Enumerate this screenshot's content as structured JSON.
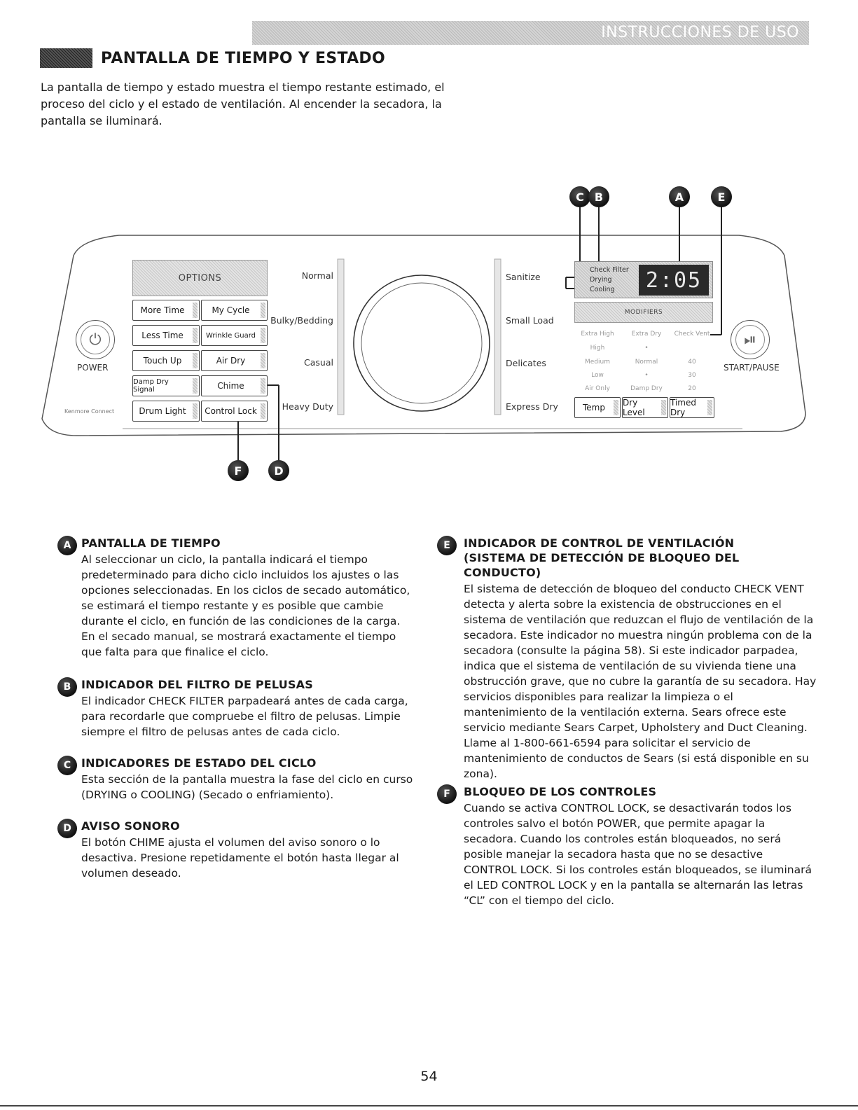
{
  "banner": "INSTRUCCIONES DE USO",
  "section_title": "PANTALLA DE TIEMPO Y ESTADO",
  "intro": "La pantalla de tiempo y estado muestra el tiempo restante estimado, el proceso del ciclo y el estado de ventilación. Al encender la secadora, la pantalla se iluminará.",
  "panel": {
    "power_label": "POWER",
    "start_label": "START/PAUSE",
    "brand": "Kenmore Connect",
    "options_header": "OPTIONS",
    "options": [
      "More Time",
      "My Cycle",
      "Less Time",
      "Wrinkle Guard",
      "Touch Up",
      "Air Dry",
      "Damp Dry Signal",
      "Chime",
      "Drum Light",
      "Control Lock"
    ],
    "cycles_left": [
      "Normal",
      "Bulky/Bedding",
      "Casual",
      "Heavy Duty"
    ],
    "cycles_right": [
      "Sanitize",
      "Small Load",
      "Delicates",
      "Express Dry"
    ],
    "status": [
      "Check Filter",
      "Drying",
      "Cooling"
    ],
    "time_display": "2:05",
    "modifiers_header": "MODIFIERS",
    "temp_levels": [
      "Extra High",
      "High",
      "Medium",
      "Low",
      "Air Only"
    ],
    "dry_levels": [
      "Extra Dry",
      "•",
      "Normal",
      "•",
      "Damp Dry"
    ],
    "timed_levels": [
      "Check Vent",
      "40",
      "30",
      "20"
    ],
    "modifier_buttons": [
      "Temp",
      "Dry Level",
      "Timed Dry"
    ],
    "callouts": [
      "C",
      "B",
      "A",
      "E",
      "F",
      "D"
    ]
  },
  "items": [
    {
      "letter": "A",
      "title": "PANTALLA DE TIEMPO",
      "text": "Al seleccionar un ciclo, la pantalla indicará el tiempo predeterminado para dicho ciclo incluidos los ajustes o las opciones seleccionadas. En los ciclos de secado automático, se estimará el tiempo restante y es posible que cambie durante el ciclo, en función de las condiciones de la carga. En el secado manual, se mostrará exactamente el tiempo que falta para que finalice el ciclo."
    },
    {
      "letter": "B",
      "title": "INDICADOR DEL FILTRO DE PELUSAS",
      "text": "El indicador CHECK FILTER parpadeará antes de cada carga, para recordarle que compruebe el filtro de pelusas. Limpie siempre el filtro de pelusas antes de cada ciclo."
    },
    {
      "letter": "C",
      "title": "INDICADORES DE ESTADO DEL CICLO",
      "text": "Esta sección de la pantalla muestra la fase del ciclo en curso (DRYING o COOLING) (Secado o enfriamiento)."
    },
    {
      "letter": "D",
      "title": "AVISO SONORO",
      "text": "El botón CHIME ajusta el volumen del aviso sonoro o lo desactiva. Presione repetidamente el botón hasta llegar al volumen deseado."
    },
    {
      "letter": "E",
      "title": "INDICADOR DE CONTROL DE VENTILACIÓN",
      "subtitle": "(SISTEMA DE DETECCIÓN DE BLOQUEO DEL CONDUCTO)",
      "text": "El sistema de detección de bloqueo del conducto CHECK VENT detecta y alerta sobre la existencia de obstrucciones en el sistema de ventilación que reduzcan el flujo de ventilación de la secadora. Este indicador no muestra ningún problema con de la secadora (consulte la página 58). Si este indicador parpadea, indica que el sistema de ventilación de su vivienda tiene una obstrucción grave, que no cubre la garantía de su secadora. Hay servicios disponibles para realizar la limpieza o el mantenimiento de la ventilación externa. Sears ofrece este servicio mediante Sears Carpet, Upholstery and Duct Cleaning. Llame al 1-800-661-6594 para solicitar el servicio de mantenimiento de conductos de Sears (si está disponible en su zona)."
    },
    {
      "letter": "F",
      "title": "BLOQUEO DE LOS CONTROLES",
      "text": "Cuando se activa CONTROL LOCK, se desactivarán todos los controles salvo el botón POWER, que permite apagar la secadora. Cuando los controles están bloqueados, no será posible manejar la secadora hasta que no se desactive CONTROL LOCK. Si los controles están bloqueados, se iluminará el LED CONTROL LOCK y en la pantalla se alternarán las letras “CL” con el tiempo del ciclo."
    }
  ],
  "page_number": "54"
}
